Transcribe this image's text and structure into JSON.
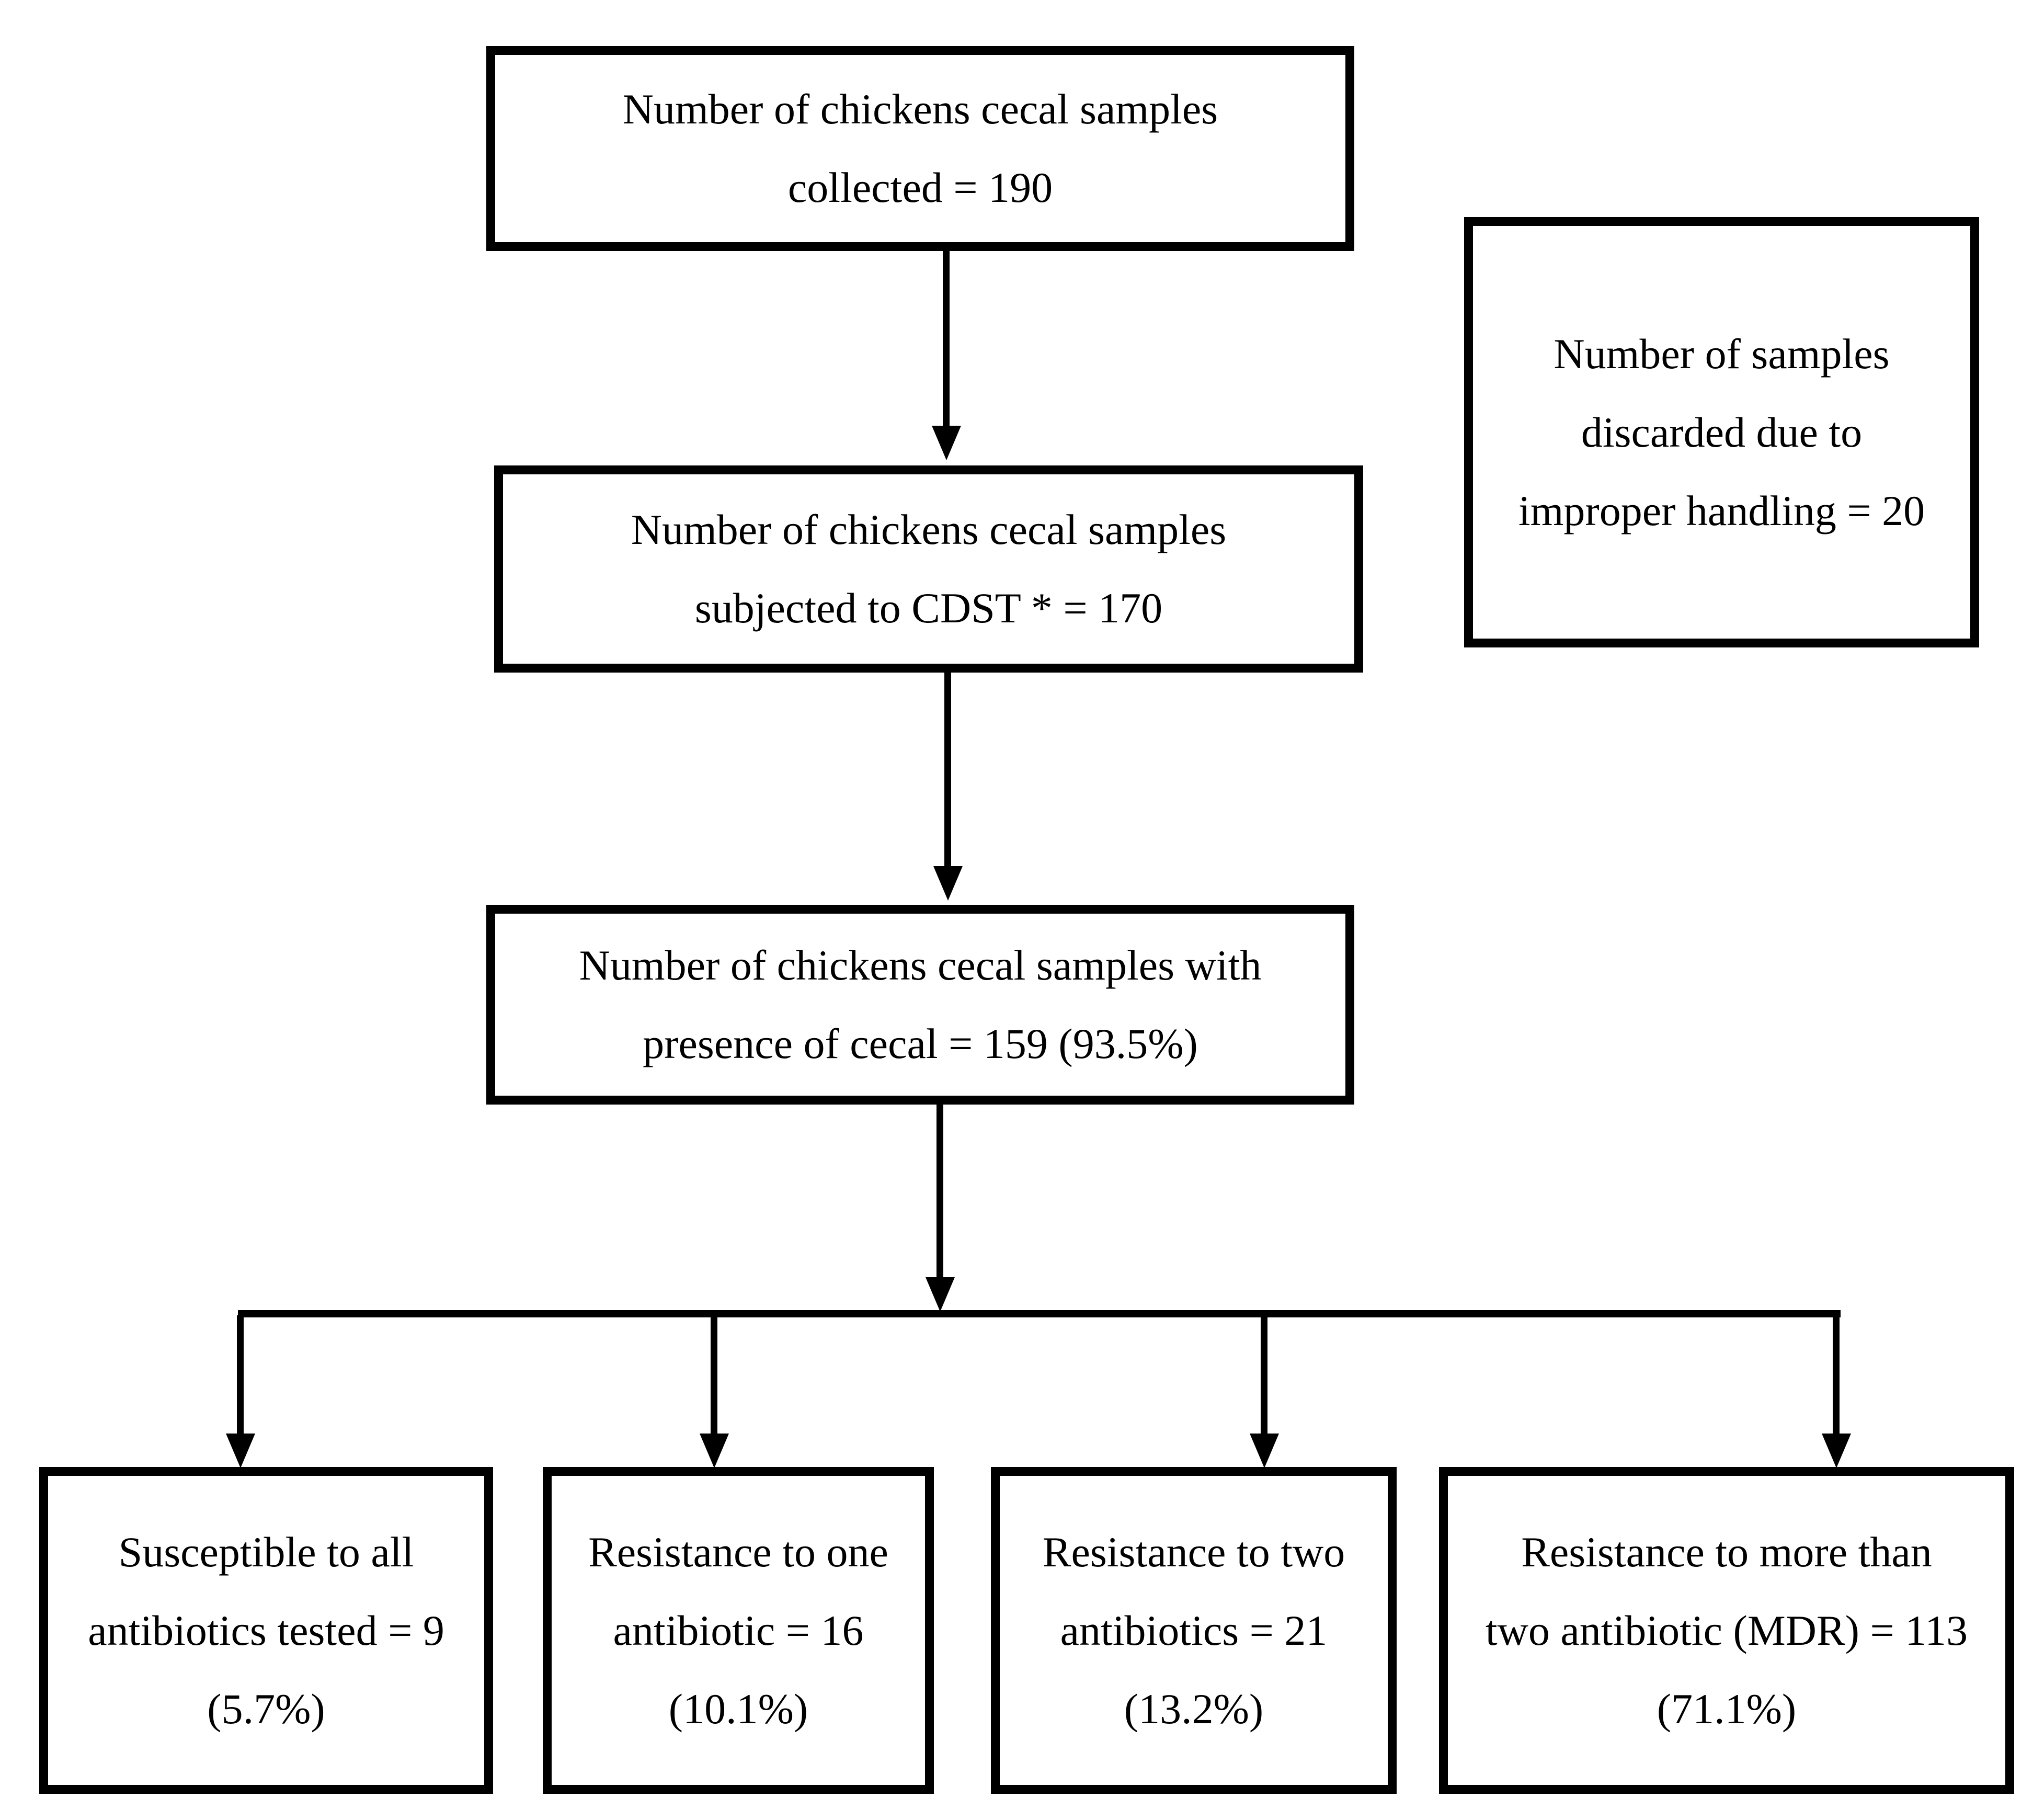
{
  "figure": {
    "type": "flowchart",
    "background_color": "#ffffff",
    "line_color": "#000000",
    "text_color": "#000000"
  },
  "nodes": {
    "collected": {
      "lines": [
        "Number of chickens cecal samples",
        "collected = 190"
      ]
    },
    "cdst": {
      "lines": [
        "Number of chickens cecal samples",
        "subjected to CDST * = 170"
      ]
    },
    "discarded": {
      "lines": [
        "Number of samples",
        "discarded due to",
        "improper handling = 20"
      ]
    },
    "presence": {
      "lines": [
        "Number of chickens cecal samples with",
        "presence of cecal = 159 (93.5%)"
      ]
    },
    "susceptible": {
      "lines": [
        "Susceptible to all",
        "antibiotics tested = 9",
        "(5.7%)"
      ]
    },
    "resistance_one": {
      "lines": [
        "Resistance to one",
        "antibiotic = 16",
        "(10.1%)"
      ]
    },
    "resistance_two": {
      "lines": [
        "Resistance to two",
        "antibiotics = 21",
        "(13.2%)"
      ]
    },
    "resistance_mdr": {
      "lines": [
        "Resistance to more than",
        "two antibiotic (MDR) = 113",
        "(71.1%)"
      ]
    }
  },
  "edges": [
    {
      "from": "collected",
      "to": "cdst"
    },
    {
      "from": "cdst",
      "to": "presence"
    },
    {
      "from": "presence",
      "to": "branch-line"
    },
    {
      "from": "branch-line",
      "to": "susceptible"
    },
    {
      "from": "branch-line",
      "to": "resistance_one"
    },
    {
      "from": "branch-line",
      "to": "resistance_two"
    },
    {
      "from": "branch-line",
      "to": "resistance_mdr"
    }
  ]
}
